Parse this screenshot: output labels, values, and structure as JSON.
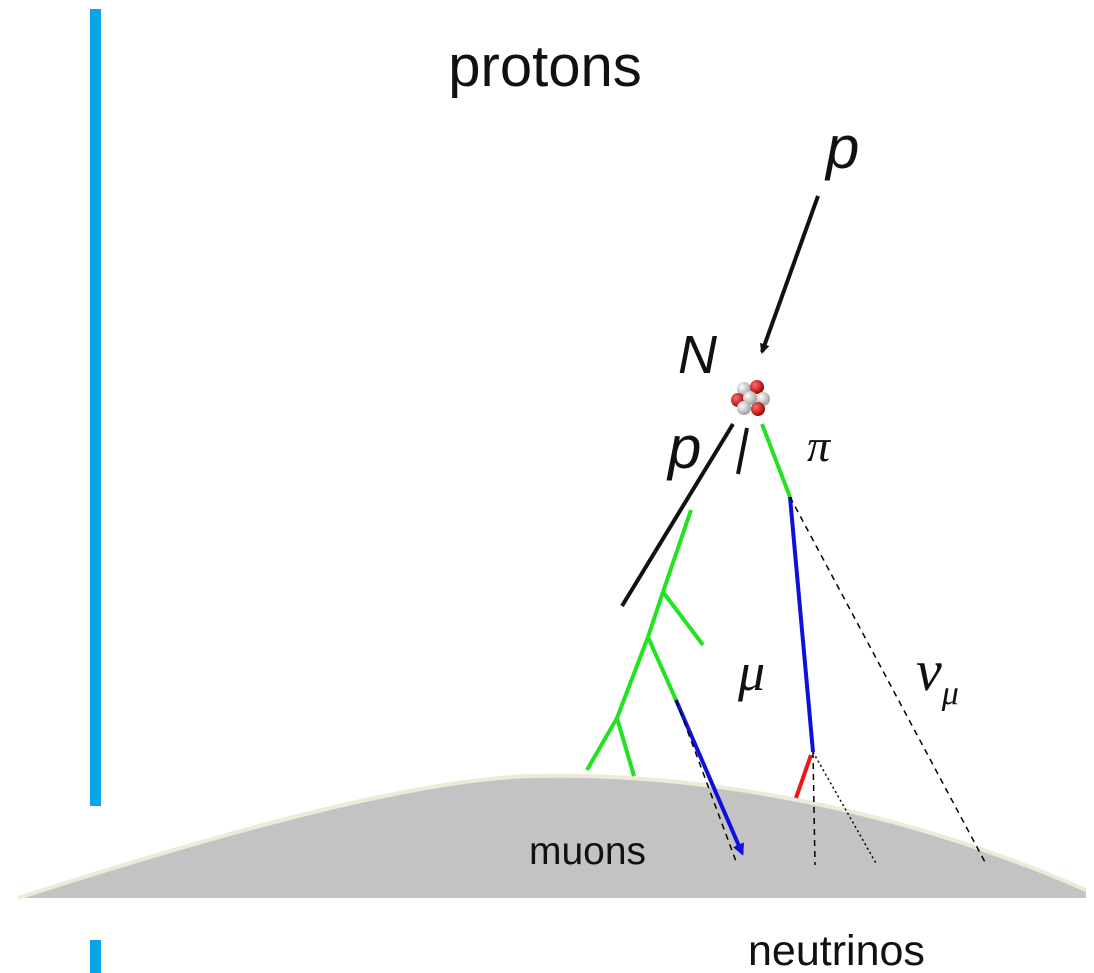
{
  "labels": {
    "top_title": "protons",
    "incoming_particle": "p",
    "nucleus": "N",
    "outgoing_proton": "p",
    "pion": "π",
    "muon": "μ",
    "neutrino_symbol": "ν",
    "neutrino_subscript": "μ",
    "muons_label": "muons",
    "neutrinos_label": "neutrinos"
  },
  "colors": {
    "accent_bar": "#0aa5e6",
    "earth_fill": "#c3c3c3",
    "earth_rim": "#efe9d8",
    "hadron_track": "#111111",
    "pion_track": "#22e322",
    "muon_track": "#1010d8",
    "electron_track": "#ee1515",
    "neutrino_track": "#000000"
  }
}
